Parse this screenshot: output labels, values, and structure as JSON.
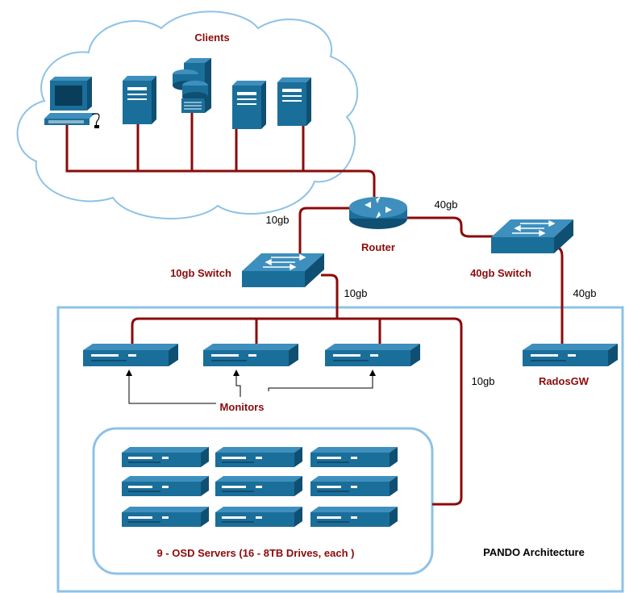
{
  "labels": {
    "clients": "Clients",
    "router": "Router",
    "switch_10gb": "10gb Switch",
    "switch_40gb": "40gb Switch",
    "monitors": "Monitors",
    "radosgw": "RadosGW",
    "osd": "9 - OSD Servers  (16 - 8TB Drives, each )",
    "architecture": "PANDO Architecture"
  },
  "speeds": {
    "router_to_10gb": "10gb",
    "router_to_40gb": "40gb",
    "switch10_to_cluster": "10gb",
    "switch40_to_radosgw": "40gb",
    "cluster_to_osd": "10gb"
  },
  "colors": {
    "link": "#8b0a0a",
    "label": "#8b0a0a",
    "device": "#1a6e9a",
    "device_dark": "#0f4f72",
    "cloud_stroke": "#8ec2e6",
    "box_stroke": "#8ec2e6"
  },
  "icons": {
    "client_workstation": "desktop-computer-icon",
    "client_tower": "tower-server-icon",
    "client_database": "database-server-icon",
    "router": "router-icon",
    "switch": "network-switch-icon",
    "rack_server": "rack-server-icon"
  }
}
